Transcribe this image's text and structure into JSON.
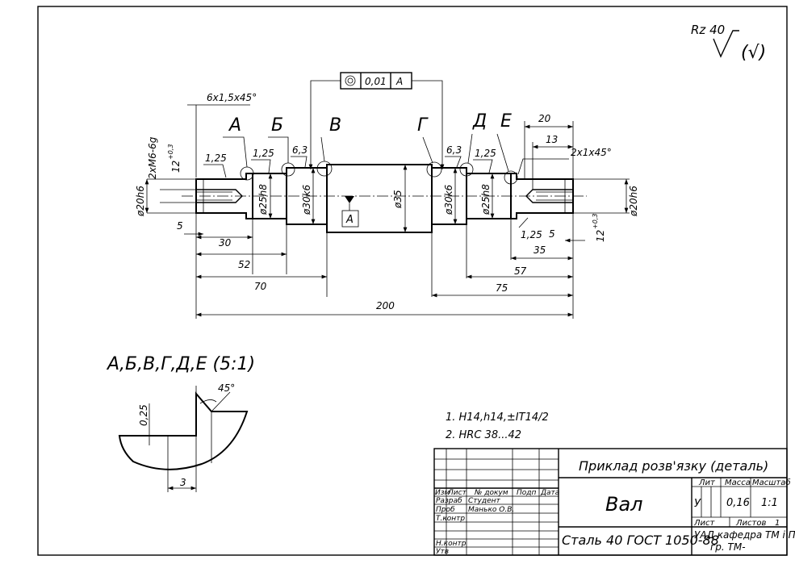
{
  "roughness": {
    "label": "Rz 40",
    "general_symbol": "(√)"
  },
  "tolerance_frame": {
    "symbol": "◎",
    "value": "0,01",
    "datum": "A"
  },
  "datum_label": "A",
  "section_letters": [
    "А",
    "Б",
    "В",
    "Г",
    "Д",
    "Е"
  ],
  "chamfers": {
    "left": "6x1,5x45°",
    "right": "2x1x45°"
  },
  "thread": "2xM6-6g",
  "roughness_marks": {
    "r1": "1,25",
    "r2": "1,25",
    "r3": "6,3",
    "r4": "6,3",
    "r5": "1,25",
    "r6": "1,25",
    "r7": "1,25"
  },
  "diameters": {
    "d20_left": "ø20h6",
    "d25_left": "ø25h8",
    "d30_left": "ø30k6",
    "d35": "ø35",
    "d30_right": "ø30k6",
    "d25_right": "ø25h8",
    "d20_right": "ø20h6"
  },
  "hole_depth": {
    "left": "12",
    "right": "12",
    "tol": "+0,3"
  },
  "lengths": {
    "l5_left": "5",
    "l30": "30",
    "l52": "52",
    "l70": "70",
    "l200": "200",
    "l5_right": "5",
    "l35": "35",
    "l57": "57",
    "l75": "75",
    "l20": "20",
    "l13": "13"
  },
  "detail": {
    "title": "А,Б,В,Г,Д,Е (5:1)",
    "angle": "45°",
    "depth": "0,25",
    "width": "3"
  },
  "notes": [
    "1. H14,h14,±IT14/2",
    "2. HRC 38...42"
  ],
  "title_block": {
    "doc_title": "Приклад розв'язку (деталь)",
    "part_name": "Вал",
    "material": "Сталь 40 ГОСТ 1050-88",
    "headers": {
      "izm": "Изм",
      "list": "Лист",
      "doc_no": "№ докум",
      "podp": "Подп",
      "data": "Дата"
    },
    "rows": {
      "razrab": "Разраб",
      "prob": "Проб",
      "tkontr": "Т.контр",
      "nkontr": "Н.контр",
      "utv": "Утв"
    },
    "people": {
      "developer": "Студент",
      "checker": "Манько О.В."
    },
    "lit_label": "Лит",
    "mass_label": "Масса",
    "scale_label": "Масштаб",
    "lit": "У",
    "mass": "0,16",
    "scale": "1:1",
    "sheet_label": "Лист",
    "sheets_label": "Листов",
    "sheets": "1",
    "org": "УАД кафедра ТМ і ПМ",
    "group": "гр. ТМ-"
  }
}
